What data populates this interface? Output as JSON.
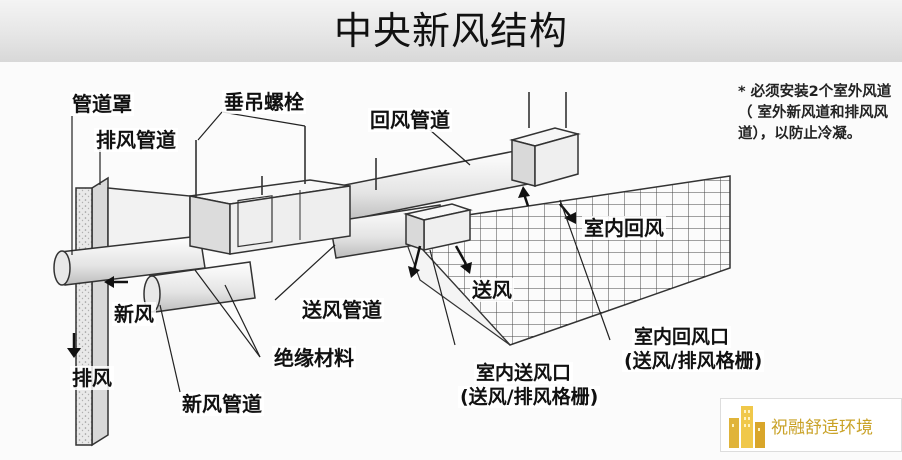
{
  "title": "中央新风结构",
  "labels": {
    "duct_cover": "管道罩",
    "exhaust_duct": "排风管道",
    "hanger_bolt": "垂吊螺栓",
    "return_duct": "回风管道",
    "fresh_air": "新风",
    "exhaust": "排风",
    "supply_duct": "送风管道",
    "insulation": "绝缘材料",
    "fresh_air_duct": "新风管道",
    "supply": "送风",
    "indoor_return": "室内回风",
    "indoor_return_port": "室内回风口",
    "indoor_return_port_sub": "(送风/排风格栅)",
    "indoor_supply_port": "室内送风口",
    "indoor_supply_port_sub": "(送风/排风格栅)"
  },
  "note": {
    "bullet": "*",
    "text": "必须安装2个室外风道（ 室外新风道和排风风道），以防止冷凝。"
  },
  "brand": "祝融舒适环境",
  "colors": {
    "title_bg": "#e6e6e6",
    "line": "#333333",
    "brand_gold": "#c9a227"
  }
}
